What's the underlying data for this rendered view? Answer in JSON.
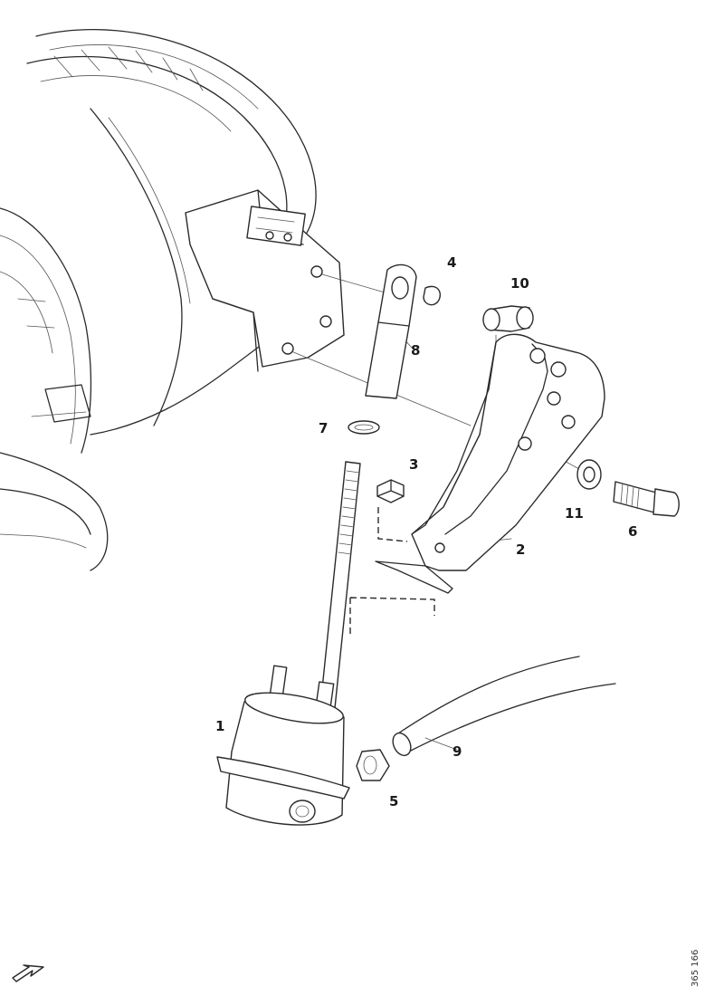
{
  "diagram": {
    "callouts": [
      {
        "id": "callout-1",
        "label": "1"
      },
      {
        "id": "callout-2",
        "label": "2"
      },
      {
        "id": "callout-3",
        "label": "3"
      },
      {
        "id": "callout-4",
        "label": "4"
      },
      {
        "id": "callout-5",
        "label": "5"
      },
      {
        "id": "callout-6",
        "label": "6"
      },
      {
        "id": "callout-7",
        "label": "7"
      },
      {
        "id": "callout-8",
        "label": "8"
      },
      {
        "id": "callout-9",
        "label": "9"
      },
      {
        "id": "callout-10",
        "label": "10"
      },
      {
        "id": "callout-11",
        "label": "11"
      }
    ],
    "drawing_code": "365 166",
    "direction_icon": "arrow-down-left-icon"
  }
}
